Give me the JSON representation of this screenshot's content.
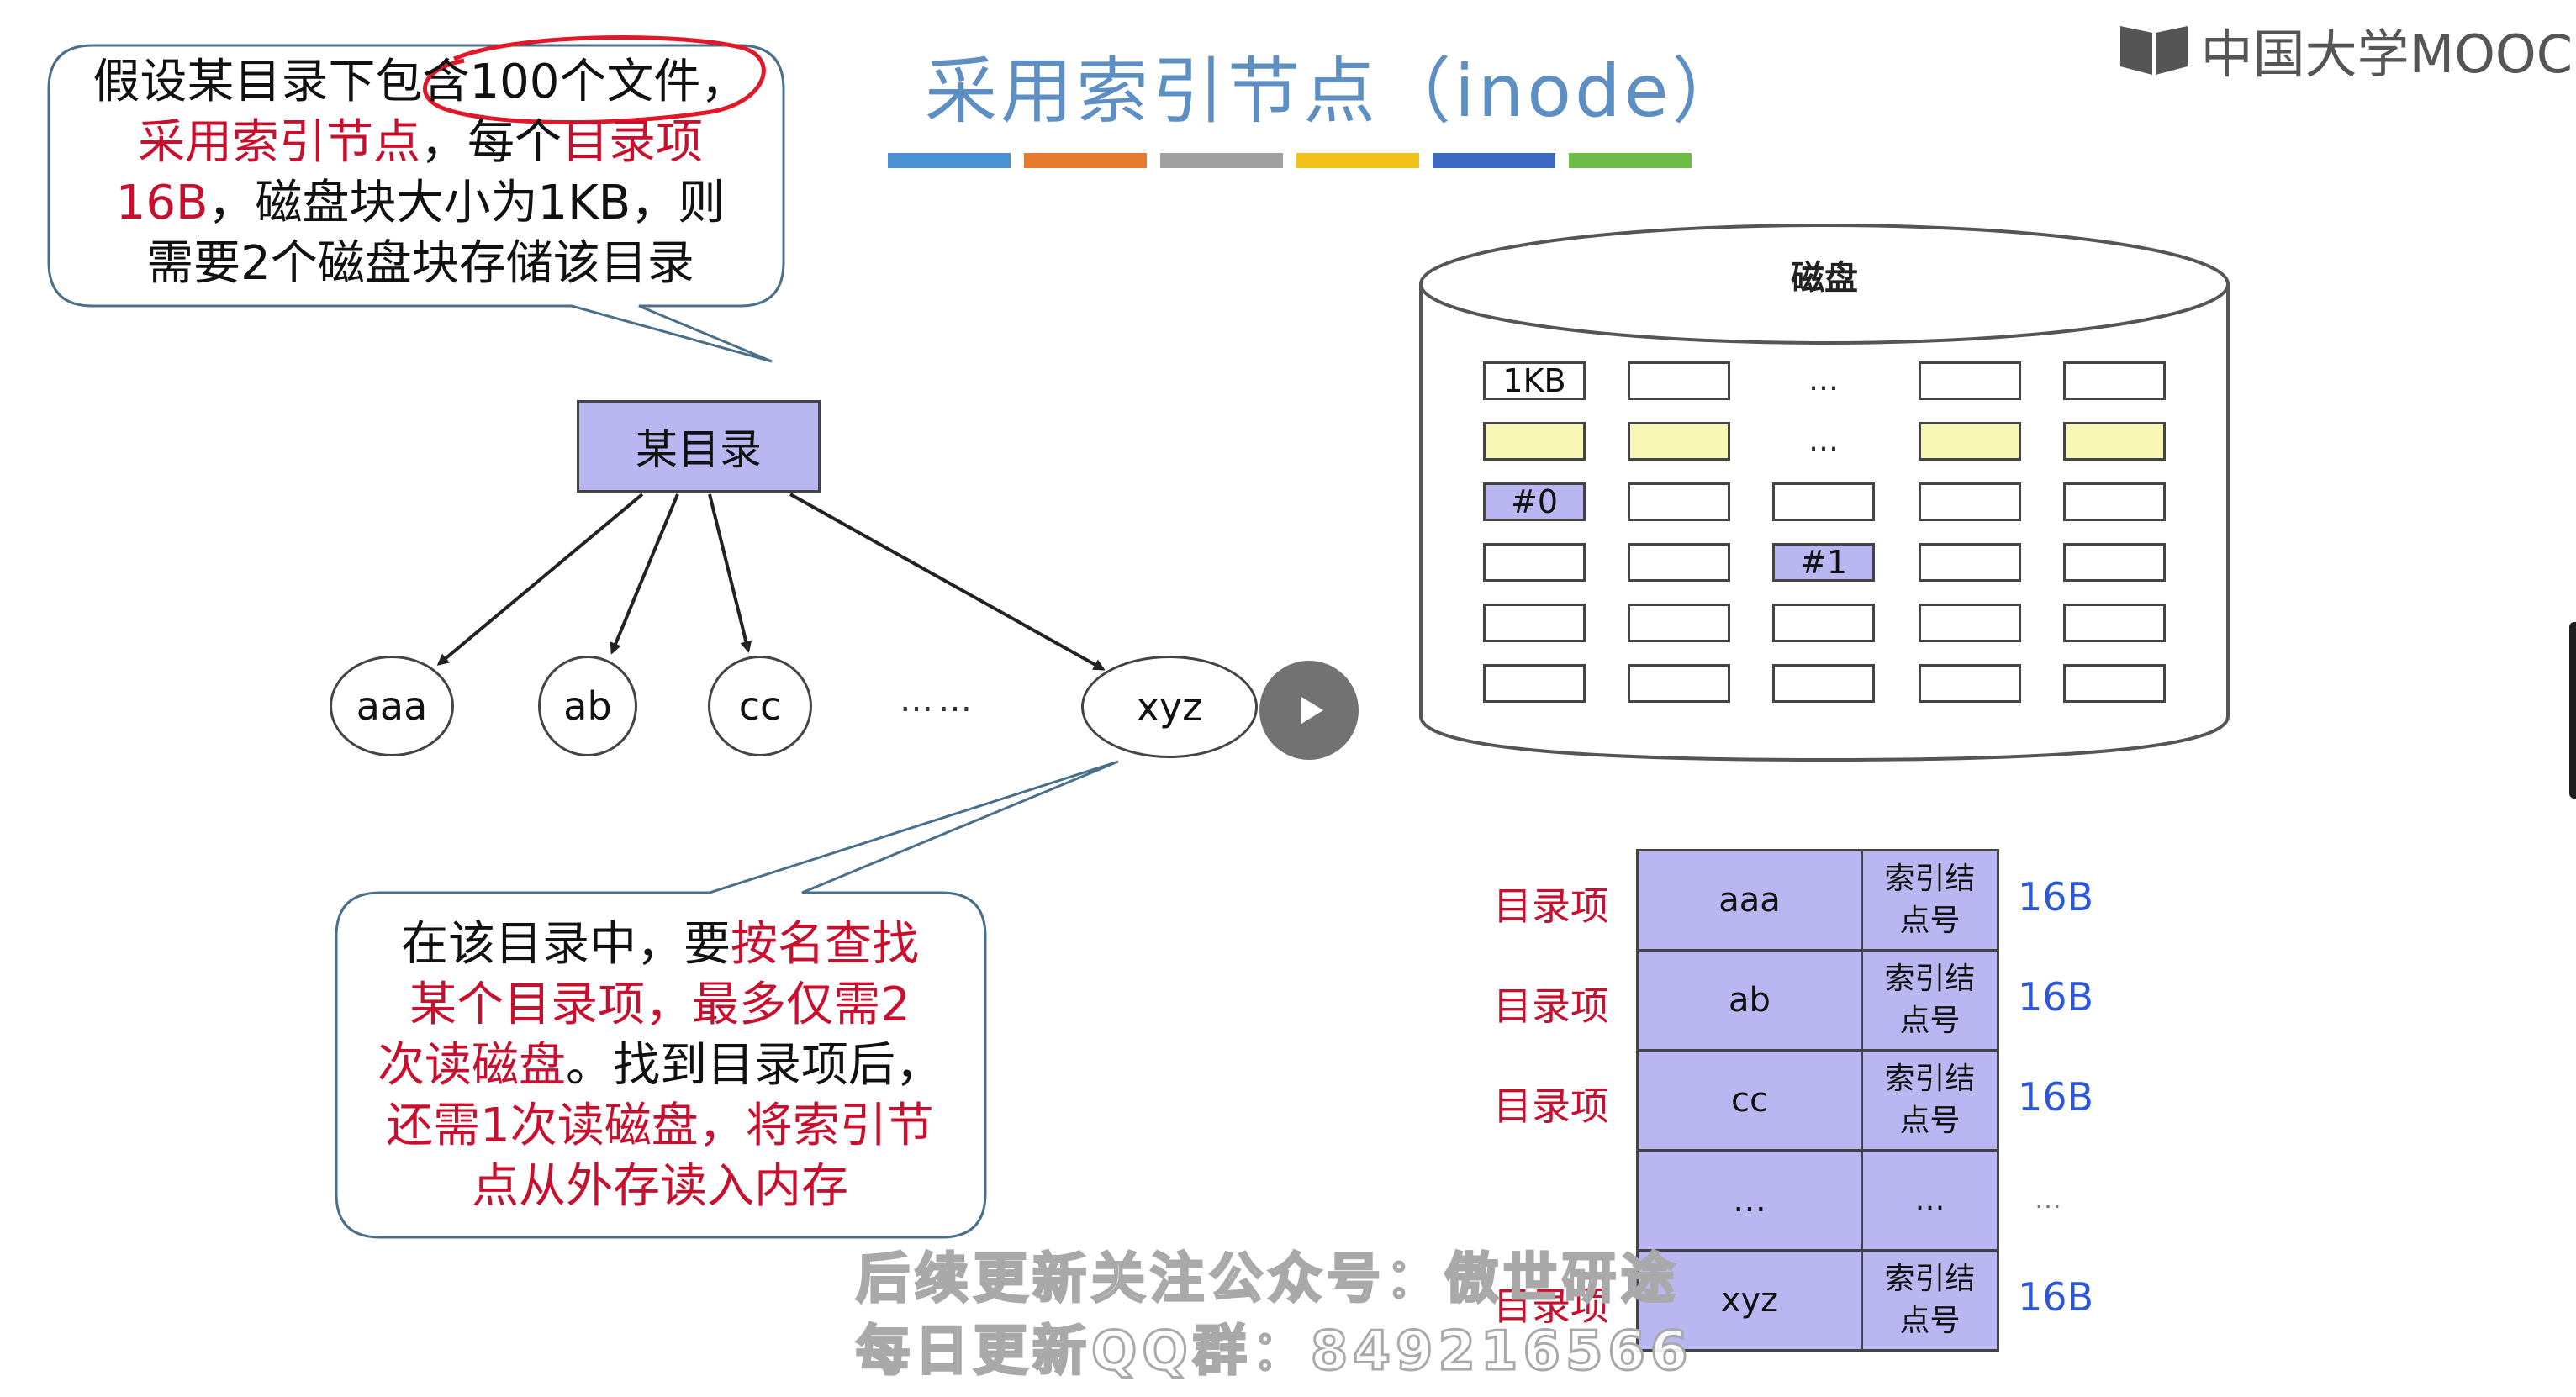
{
  "slide": {
    "title": "采用索引节点（inode）",
    "logo_text": "中国大学MOOC",
    "color_bar": [
      "#4a90d4",
      "#e77a2e",
      "#a0a0a0",
      "#f2c21b",
      "#3d68c2",
      "#6cbd45"
    ]
  },
  "callout_top": {
    "line1": "假设某目录下包含100个文件，",
    "line2_red": "采用索引节点",
    "line2_black": "，每个",
    "line2_red2": "目录项",
    "line3_red": "16B",
    "line3_black": "，磁盘块大小为1KB，则",
    "line4": "需要2个磁盘块存储该目录"
  },
  "callout_bottom": {
    "line1_black": "在该目录中，要",
    "line1_red": "按名查找",
    "line2_red": "某个目录项，最多仅需2",
    "line3_red": "次读磁盘",
    "line3_black": "。找到目录项后，",
    "line4_red": "还需1次读磁盘，将索引节",
    "line5_red": "点从外存读入内存"
  },
  "tree": {
    "root": "某目录",
    "children": [
      "aaa",
      "ab",
      "cc",
      "xyz"
    ],
    "ellipsis": "……"
  },
  "disk": {
    "label": "磁盘",
    "ellipsis": "…",
    "rows": [
      [
        {
          "t": "1KB",
          "c": "white"
        },
        {
          "t": "",
          "c": "white"
        },
        {
          "t": "…",
          "c": "dots"
        },
        {
          "t": "",
          "c": "white"
        },
        {
          "t": "",
          "c": "white"
        }
      ],
      [
        {
          "t": "",
          "c": "yellow"
        },
        {
          "t": "",
          "c": "yellow"
        },
        {
          "t": "…",
          "c": "dots"
        },
        {
          "t": "",
          "c": "yellow"
        },
        {
          "t": "",
          "c": "yellow"
        }
      ],
      [
        {
          "t": "#0",
          "c": "purple"
        },
        {
          "t": "",
          "c": "white"
        },
        {
          "t": "",
          "c": "white"
        },
        {
          "t": "",
          "c": "white"
        },
        {
          "t": "",
          "c": "white"
        }
      ],
      [
        {
          "t": "",
          "c": "white"
        },
        {
          "t": "",
          "c": "white"
        },
        {
          "t": "#1",
          "c": "purple"
        },
        {
          "t": "",
          "c": "white"
        },
        {
          "t": "",
          "c": "white"
        }
      ],
      [
        {
          "t": "",
          "c": "white"
        },
        {
          "t": "",
          "c": "white"
        },
        {
          "t": "",
          "c": "white"
        },
        {
          "t": "",
          "c": "white"
        },
        {
          "t": "",
          "c": "white"
        }
      ],
      [
        {
          "t": "",
          "c": "white"
        },
        {
          "t": "",
          "c": "white"
        },
        {
          "t": "",
          "c": "white"
        },
        {
          "t": "",
          "c": "white"
        },
        {
          "t": "",
          "c": "white"
        }
      ]
    ]
  },
  "entries": {
    "label": "目录项",
    "index_line1": "索引结",
    "index_line2": "点号",
    "size": "16B",
    "rows": [
      "aaa",
      "ab",
      "cc",
      "…",
      "xyz"
    ],
    "ellipsis": "…"
  },
  "watermark": {
    "line1": "后续更新关注公众号：傲世研途",
    "line2": "每日更新QQ群：849216566"
  }
}
